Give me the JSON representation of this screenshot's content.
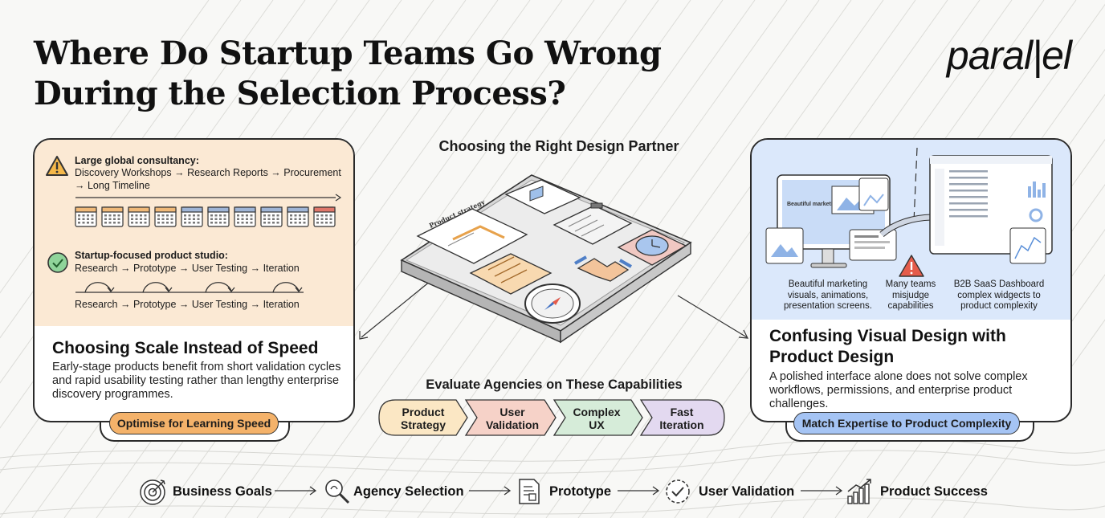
{
  "title": {
    "line1": "Where Do Startup Teams Go Wrong",
    "line2": "During the Selection Process?"
  },
  "logo": "paral|el",
  "left_panel": {
    "consultancy_heading": "Large global consultancy:",
    "consultancy_line1": "Discovery Workshops → Research Reports → Procurement",
    "consultancy_line2": "→ Long Timeline",
    "studio_heading": "Startup-focused product studio:",
    "studio_line": "Research → Prototype → User Testing → Iteration",
    "loop_line": "Research → Prototype → User Testing → Iteration",
    "heading": "Choosing Scale Instead of Speed",
    "body": "Early-stage products benefit from short validation cycles and rapid usability testing rather than lengthy enterprise discovery programmes.",
    "pill": "Optimise for Learning Speed",
    "warning_icon": "warning-triangle-icon",
    "check_icon": "check-circle-icon",
    "calendar_icon": "calendar-icon"
  },
  "center": {
    "title": "Choosing the Right Design Partner",
    "doc_label": "Product strategy",
    "eval_title": "Evaluate Agencies on These Capabilities",
    "capabilities": [
      {
        "label": "Product Strategy",
        "color": "#fbe7c4"
      },
      {
        "label": "User Validation",
        "color": "#f6d2c8"
      },
      {
        "label": "Complex UX",
        "color": "#d6ecd9"
      },
      {
        "label": "Fast Iteration",
        "color": "#e3d9f0"
      }
    ]
  },
  "right_panel": {
    "marketing_caption": "Beautiful marketing visuals, animations, presentation screens.",
    "misjudge_caption": "Many teams misjudge capabilities",
    "dashboard_caption": "B2B SaaS Dashboard complex widgects to product complexity",
    "heading": "Confusing Visual Design with Product Design",
    "body": "A polished interface alone does not solve complex workflows, permissions, and enterprise product challenges.",
    "pill": "Match Expertise to Product Complexity",
    "mock_headline": "Beautiful marketing website"
  },
  "flow": [
    {
      "label": "Business Goals",
      "icon": "target-icon"
    },
    {
      "label": "Agency Selection",
      "icon": "magnifier-icon"
    },
    {
      "label": "Prototype",
      "icon": "document-icon"
    },
    {
      "label": "User Validation",
      "icon": "check-badge-icon"
    },
    {
      "label": "Product Success",
      "icon": "growth-chart-icon"
    }
  ],
  "colors": {
    "accent_orange": "#f4b26a",
    "accent_blue": "#a5c4f4",
    "left_panel_bg": "#fbe9d4",
    "right_panel_bg": "#dbe8fb"
  }
}
